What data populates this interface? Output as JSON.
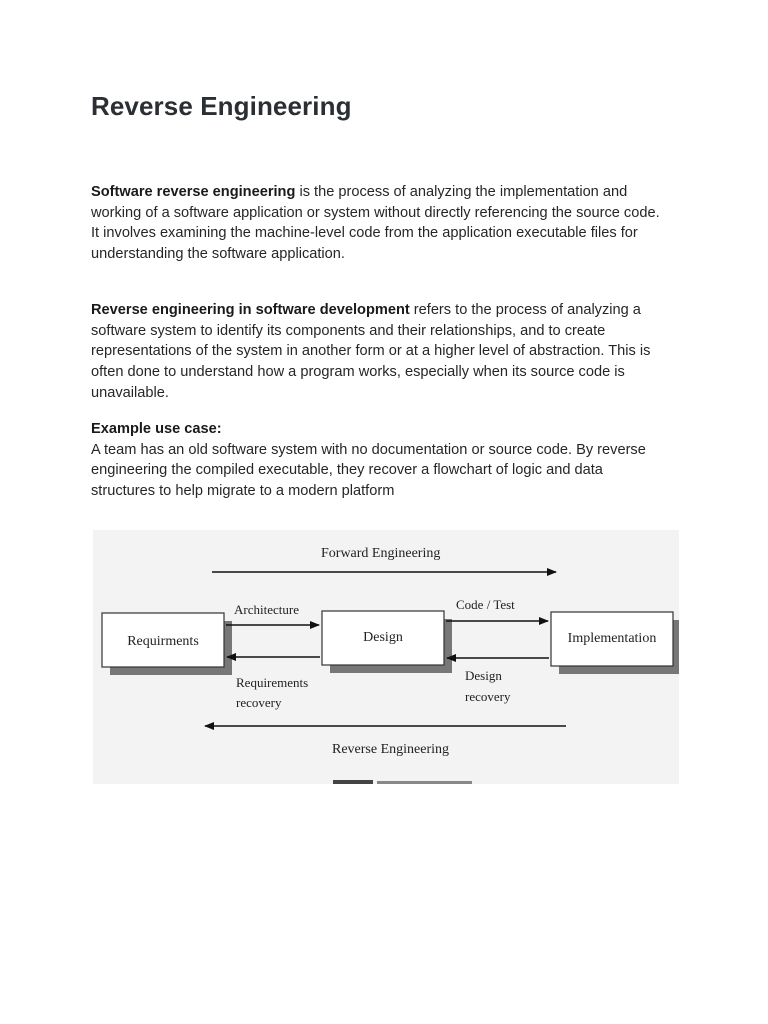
{
  "title": "Reverse Engineering",
  "intro": {
    "bold": "Software reverse engineering",
    "line1_rest": " is the process of analyzing the implementation and",
    "line2": "working of a software application or system without directly referencing the source code.",
    "line3": "It involves examining the machine-level code from the application executable files for",
    "line4": "understanding the software application."
  },
  "development": {
    "bold": "Reverse engineering in software development",
    "line1_rest": " refers to the process of analyzing a",
    "line2": "software system to identify its components and their relationships, and to create",
    "line3": "representations of the system in another form or at a higher level of abstraction. This is",
    "line4": "often done to understand how a program works, especially when its source code is",
    "line5": "unavailable."
  },
  "example": {
    "heading": "Example use case:",
    "line1": "A team has an old software system with no documentation or source code. By reverse",
    "line2": "engineering the compiled executable, they recover a flowchart of logic and data",
    "line3": "structures to help migrate to a modern platform"
  },
  "diagram": {
    "forward_label": "Forward Engineering",
    "reverse_label": "Reverse Engineering",
    "boxes": {
      "requirements": "Requirments",
      "design": "Design",
      "implementation": "Implementation"
    },
    "arrows": {
      "architecture": "Architecture",
      "code_test": "Code / Test",
      "requirements_recovery_1": "Requirements",
      "requirements_recovery_2": "recovery",
      "design_recovery_1": "Design",
      "design_recovery_2": "recovery"
    }
  }
}
